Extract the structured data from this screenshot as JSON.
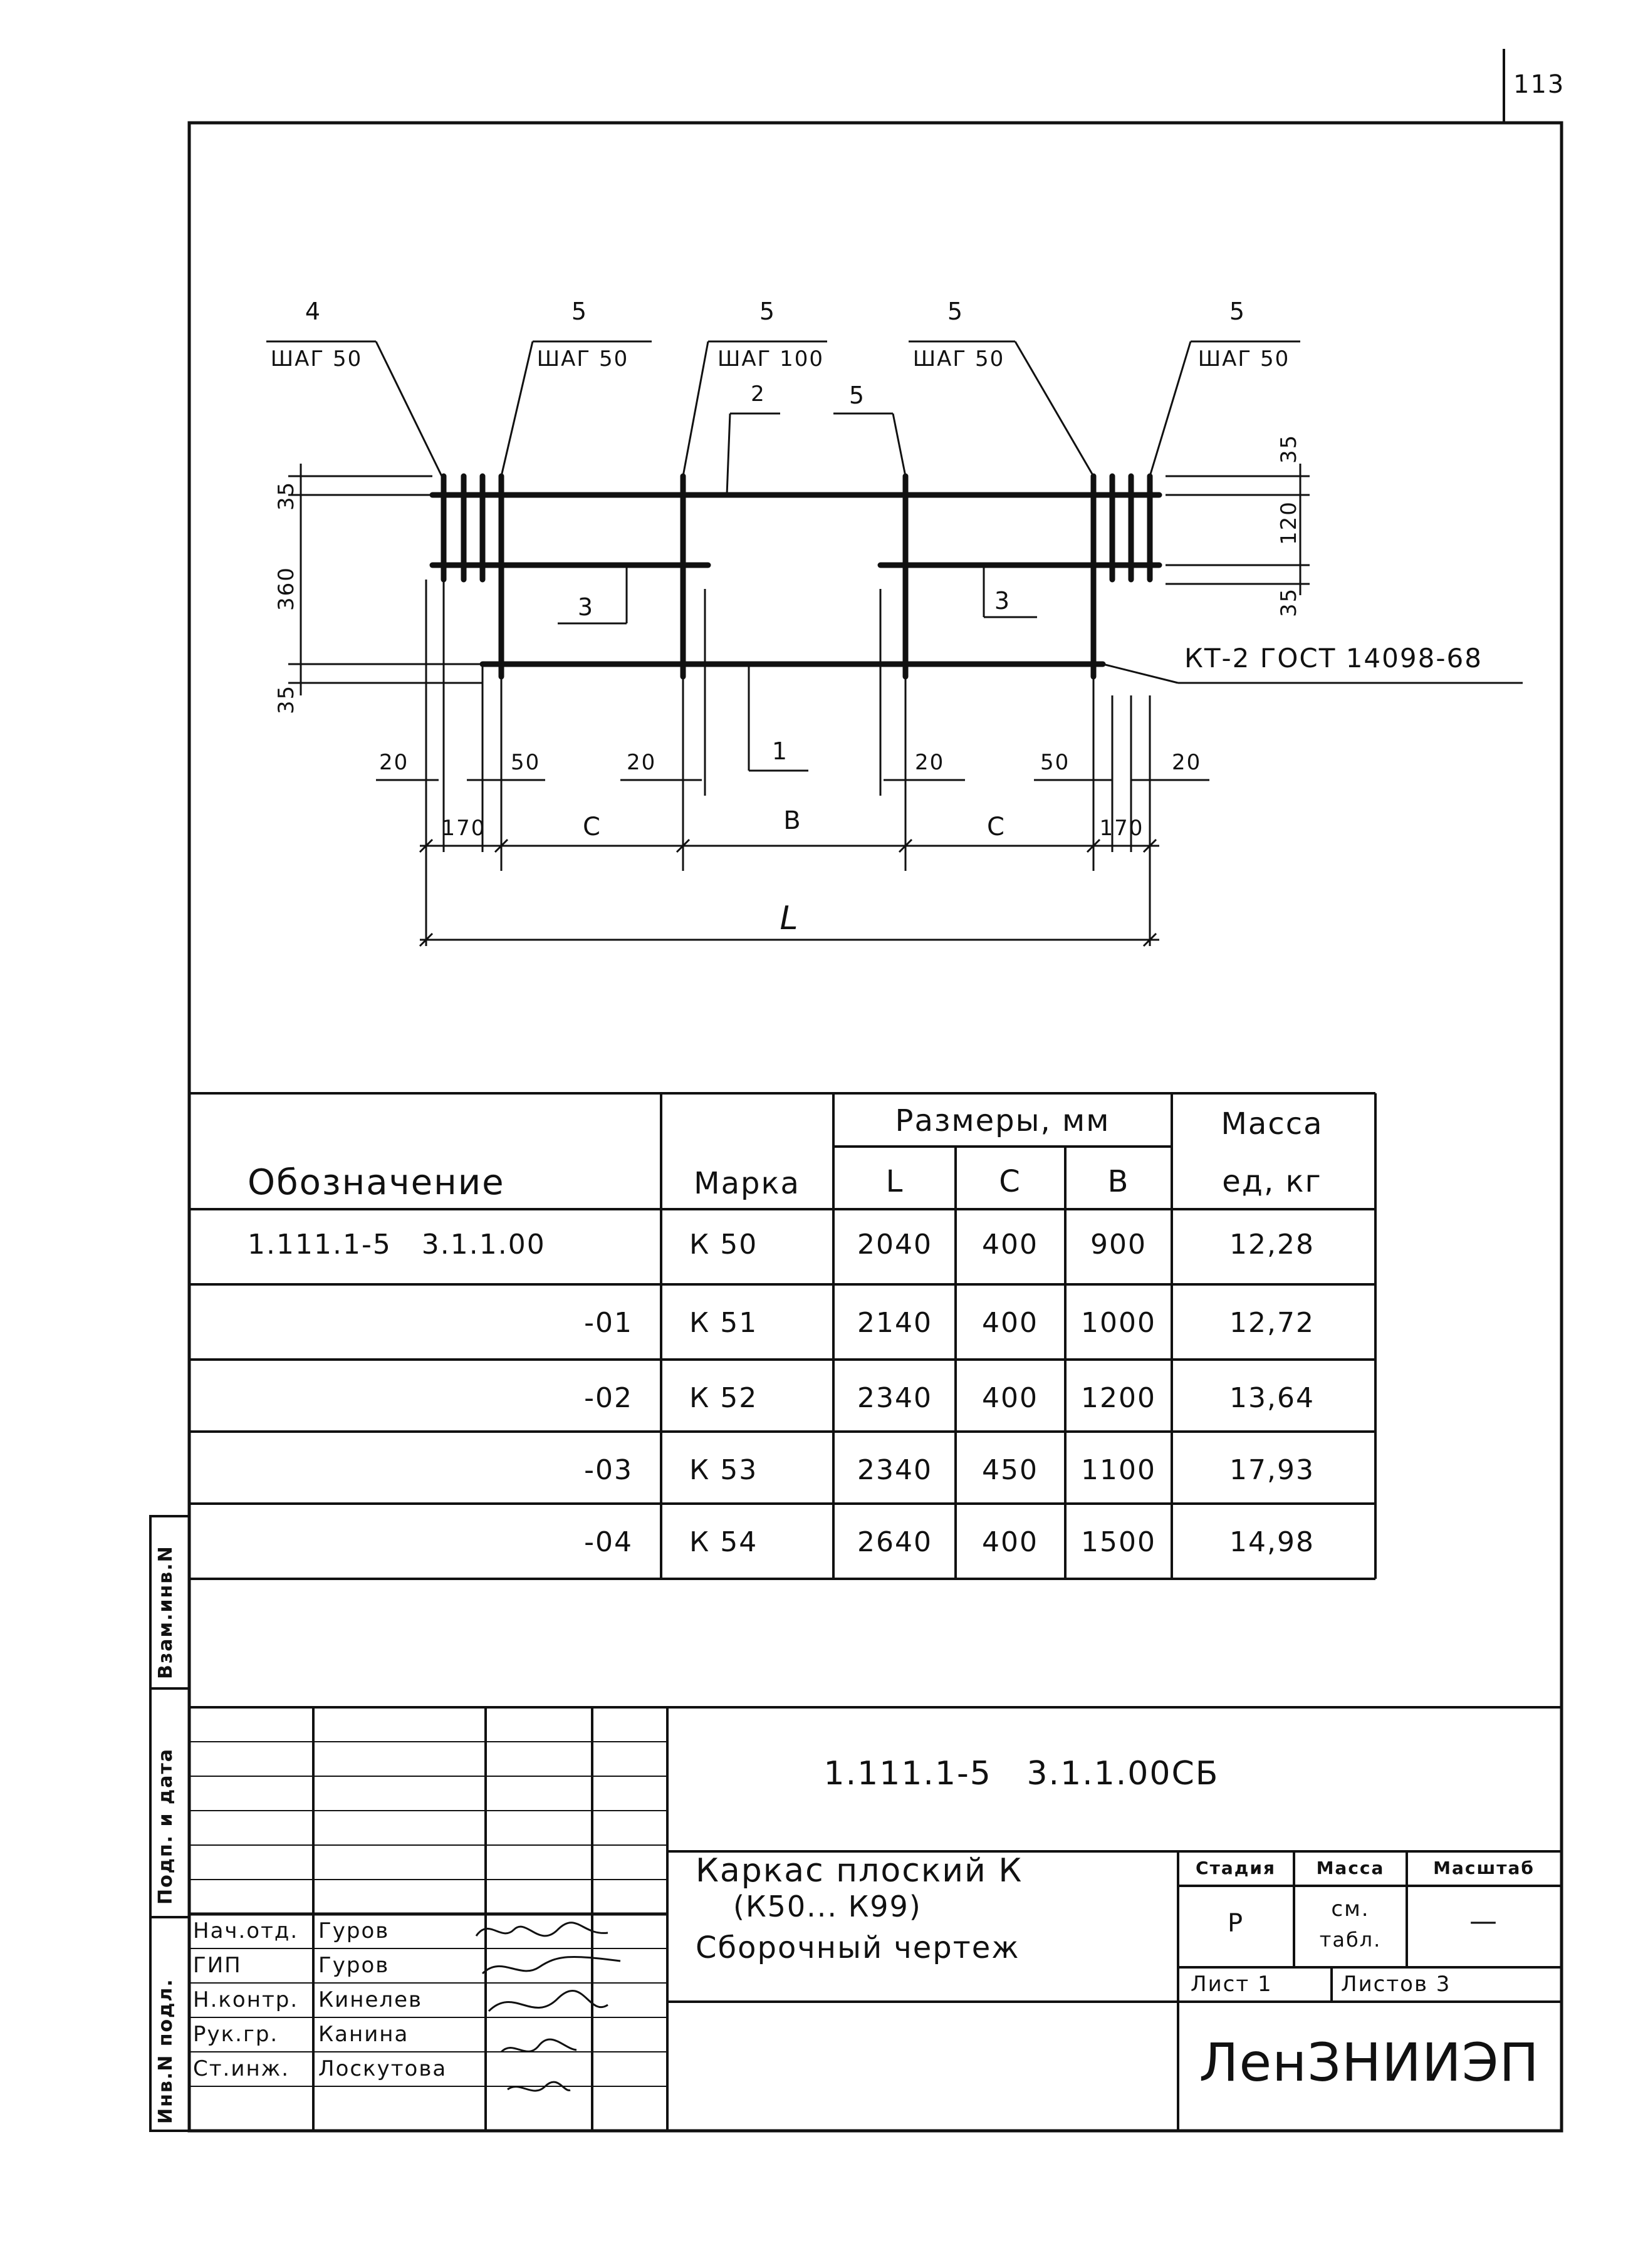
{
  "page_number": "113",
  "drawing": {
    "callouts": [
      {
        "num": "4",
        "step": "ШАГ 50"
      },
      {
        "num": "5",
        "step": "ШАГ 50"
      },
      {
        "num": "5",
        "step": "ШАГ 100"
      },
      {
        "num": "5",
        "step": "ШАГ 50"
      },
      {
        "num": "5",
        "step": "ШАГ 50"
      }
    ],
    "pos_2": "2",
    "pos_5": "5",
    "pos_3a": "3",
    "pos_3b": "3",
    "pos_1": "1",
    "weld_note": "КТ-2 ГОСТ 14098-68",
    "dims_left": [
      "35",
      "360",
      "35"
    ],
    "dims_right": [
      "35",
      "120",
      "35"
    ],
    "dims_bottom_small": [
      "20",
      "50",
      "20",
      "20",
      "50",
      "20"
    ],
    "dims_bottom_row": [
      "170",
      "C",
      "B",
      "C",
      "170"
    ],
    "dim_total": "L"
  },
  "table": {
    "headers": {
      "designation": "Обозначение",
      "mark": "Марка",
      "sizes": "Размеры, мм",
      "L": "L",
      "C": "C",
      "B": "B",
      "mass": "Масса",
      "mass_unit": "ед, кг"
    },
    "rows": [
      {
        "designation": "1.111.1-5   3.1.1.00",
        "mark": "К 50",
        "L": "2040",
        "C": "400",
        "B": "900",
        "mass": "12,28"
      },
      {
        "designation": "-01",
        "mark": "К 51",
        "L": "2140",
        "C": "400",
        "B": "1000",
        "mass": "12,72"
      },
      {
        "designation": "-02",
        "mark": "К 52",
        "L": "2340",
        "C": "400",
        "B": "1200",
        "mass": "13,64"
      },
      {
        "designation": "-03",
        "mark": "К 53",
        "L": "2340",
        "C": "450",
        "B": "1100",
        "mass": "17,93"
      },
      {
        "designation": "-04",
        "mark": "К 54",
        "L": "2640",
        "C": "400",
        "B": "1500",
        "mass": "14,98"
      }
    ]
  },
  "side_stamp": {
    "inv_replace": "Взам.инв.N",
    "sign_date": "Подп. и дата",
    "inv_orig": "Инв.N подл."
  },
  "title_block": {
    "code": "1.111.1-5   3.1.1.00СБ",
    "title_line1": "Каркас плоский К",
    "title_line2": "(К50... К99)",
    "title_line3": "Сборочный чертеж",
    "stage_label": "Стадия",
    "mass_label": "Масса",
    "scale_label": "Масштаб",
    "stage_value": "Р",
    "mass_value_1": "см.",
    "mass_value_2": "табл.",
    "scale_value": "—",
    "sheet": "Лист 1",
    "sheets": "Листов 3",
    "org": "ЛенЗНИИЭП",
    "signers": [
      {
        "role": "Нач.отд.",
        "name": "Гуров"
      },
      {
        "role": "ГИП",
        "name": "Гуров"
      },
      {
        "role": "Н.контр.",
        "name": "Кинелев"
      },
      {
        "role": "Рук.гр.",
        "name": "Канина"
      },
      {
        "role": "Ст.инж.",
        "name": "Лоскутова"
      }
    ]
  }
}
